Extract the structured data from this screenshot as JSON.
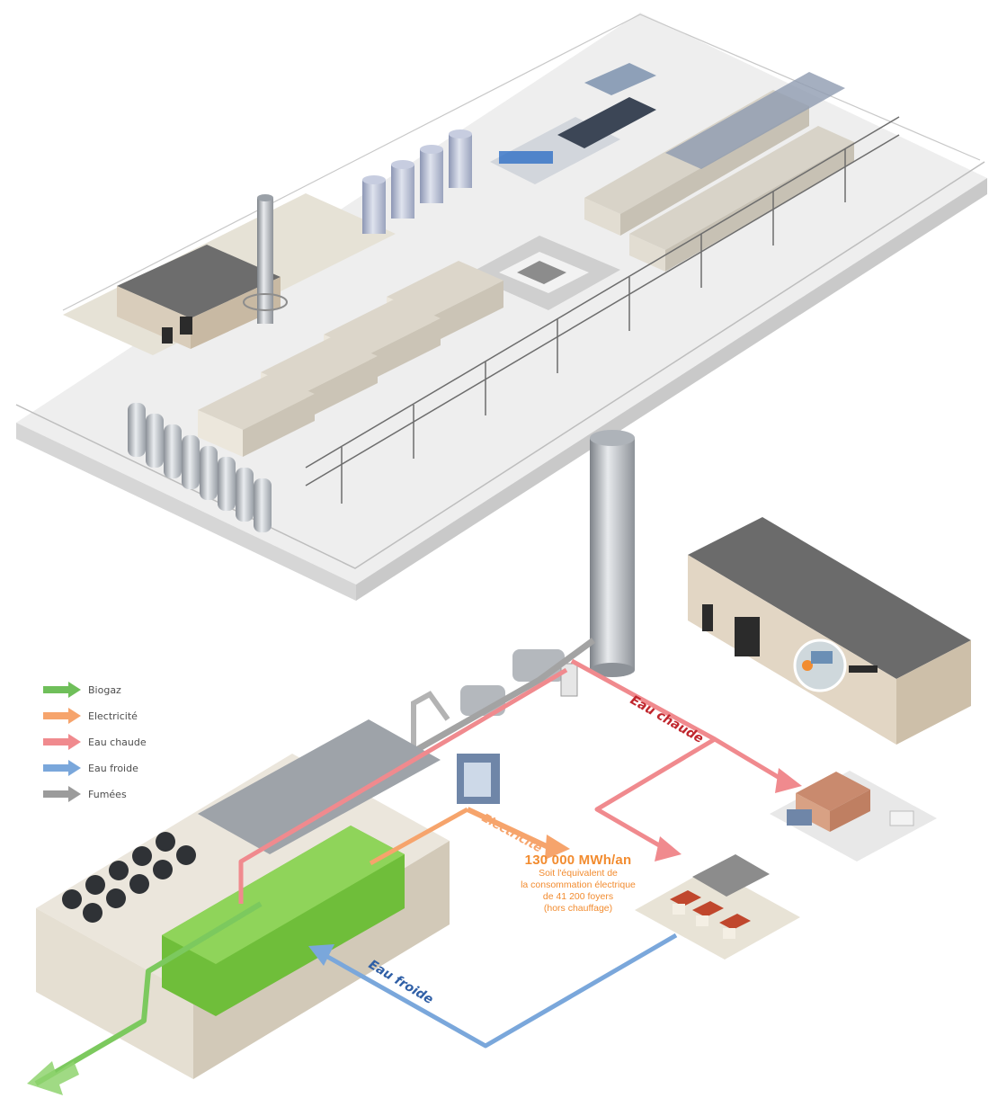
{
  "legend": {
    "items": [
      {
        "label": "Biogaz",
        "color": "#6fbf5a",
        "icon": "arrow-right-icon"
      },
      {
        "label": "Electricité",
        "color": "#f6a46c",
        "icon": "arrow-right-icon"
      },
      {
        "label": "Eau chaude",
        "color": "#f08a8e",
        "icon": "arrow-right-icon"
      },
      {
        "label": "Eau froide",
        "color": "#7aa7db",
        "icon": "arrow-right-icon"
      },
      {
        "label": "Fumées",
        "color": "#9b9b9b",
        "icon": "arrow-right-icon"
      }
    ]
  },
  "flows": {
    "hot_water_label": "Eau chaude",
    "cold_water_label": "Eau froide",
    "electricity_label": "Electricité"
  },
  "production": {
    "amount": "130 000 MWh/an",
    "line1": "Soit l'équivalent de",
    "line2": "la consommation électrique",
    "line3": "de 41 200 foyers",
    "line4": "(hors chauffage)"
  },
  "colors": {
    "biogaz": "#6fbf5a",
    "electricity": "#f6a46c",
    "hot_water": "#f08a8e",
    "cold_water": "#7aa7db",
    "fumes": "#9b9b9b",
    "hot_water_text": "#c0262d",
    "cold_water_text": "#2f5fa6",
    "electricity_text": "#f28c30"
  }
}
